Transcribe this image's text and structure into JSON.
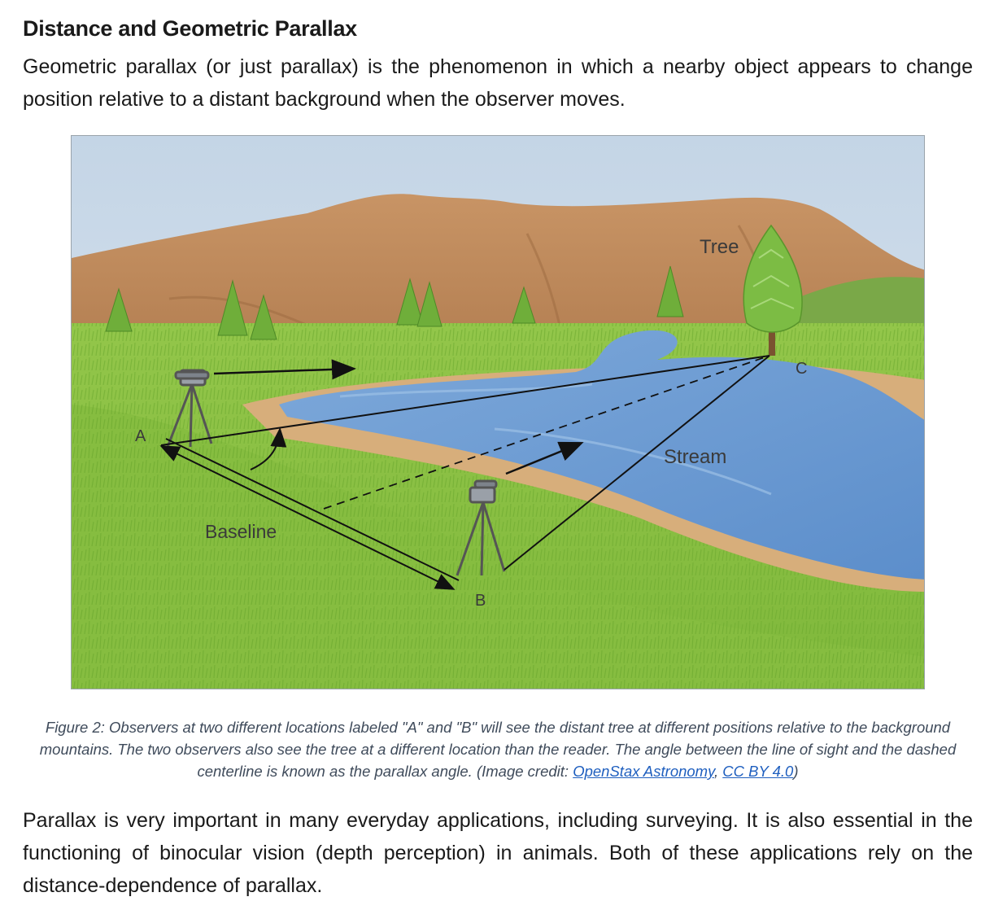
{
  "heading": "Distance and Geometric Parallax",
  "intro_paragraph": "Geometric parallax (or just parallax) is the phenomenon in which a nearby object appears to change position relative to a distant background when the observer moves.",
  "figure": {
    "labels": {
      "tree": "Tree",
      "stream": "Stream",
      "baseline": "Baseline",
      "point_a": "A",
      "point_b": "B",
      "point_c": "C"
    },
    "colors": {
      "sky": "#c9d9e8",
      "mountain": "#c08a5a",
      "grass": "#8cc044",
      "water": "#6f9fd6",
      "sand": "#d9b07c"
    }
  },
  "caption": {
    "text": "Figure 2: Observers at two different locations labeled \"A\" and \"B\" will see the distant tree at different positions relative to the background mountains. The two observers also see the tree at a different location than the reader. The angle between the line of sight and the dashed centerline is known as the parallax angle. (Image credit: ",
    "link1": "OpenStax Astronomy",
    "separator": ", ",
    "link2": "CC BY 4.0",
    "close": ")"
  },
  "closing_paragraph": "Parallax is very important in many everyday applications, including surveying. It is also essential in the functioning of binocular vision (depth perception) in animals. Both of these applications rely on the distance-dependence of parallax."
}
